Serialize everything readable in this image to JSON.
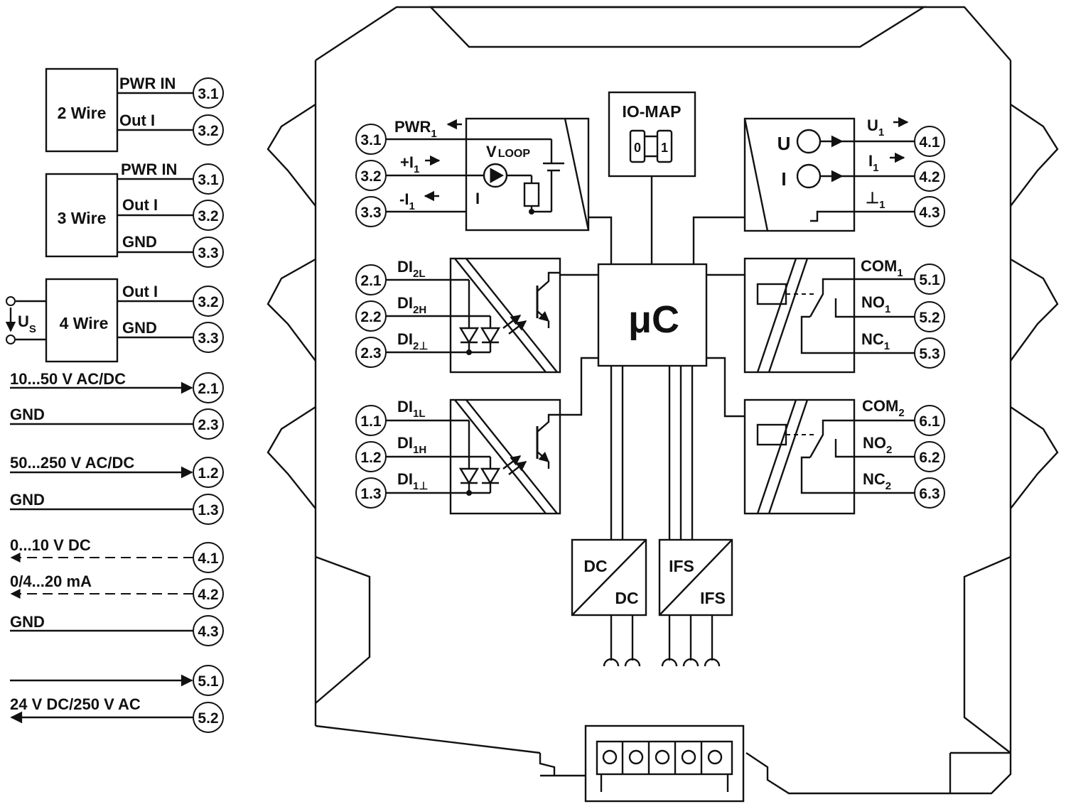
{
  "left_panel": {
    "two_wire": {
      "label": "2 Wire",
      "sig1": "PWR IN",
      "sig2": "Out I",
      "t1": "3.1",
      "t2": "3.2"
    },
    "three_wire": {
      "label": "3 Wire",
      "sig1": "PWR IN",
      "sig2": "Out I",
      "sig3": "GND",
      "t1": "3.1",
      "t2": "3.2",
      "t3": "3.3"
    },
    "four_wire": {
      "label": "4 Wire",
      "supply": "U",
      "supply_sub": "S",
      "sig1": "Out I",
      "sig2": "GND",
      "t1": "3.2",
      "t2": "3.3"
    },
    "supply_low": {
      "label": "10...50 V AC/DC",
      "gnd": "GND",
      "t1": "2.1",
      "t2": "2.3"
    },
    "supply_high": {
      "label": "50...250 V AC/DC",
      "gnd": "GND",
      "t1": "1.2",
      "t2": "1.3"
    },
    "analog_out": {
      "voltage": "0...10 V DC",
      "current": "0/4...20 mA",
      "gnd": "GND",
      "t1": "4.1",
      "t2": "4.2",
      "t3": "4.3"
    },
    "relay_rating": {
      "label": "24 V DC/250 V AC",
      "t1": "5.1",
      "t2": "5.2"
    }
  },
  "module": {
    "io_map": {
      "label": "IO-MAP",
      "switch_a": "0",
      "switch_b": "1"
    },
    "mcu": "μC",
    "input_block": {
      "pwr": "PWR",
      "pwr_sub": "1",
      "iplus": "+I",
      "iplus_sub": "1",
      "iminus": "-I",
      "iminus_sub": "1",
      "vloop": "V",
      "vloop_sub": "LOOP",
      "current_source": "I",
      "terminals": [
        "3.1",
        "3.2",
        "3.3"
      ]
    },
    "digital_input_2": {
      "l": "DI",
      "l_sub": "2L",
      "h": "DI",
      "h_sub": "2H",
      "g": "DI",
      "g_sub": "2⊥",
      "terminals": [
        "2.1",
        "2.2",
        "2.3"
      ]
    },
    "digital_input_1": {
      "l": "DI",
      "l_sub": "1L",
      "h": "DI",
      "h_sub": "1H",
      "g": "DI",
      "g_sub": "1⊥",
      "terminals": [
        "1.1",
        "1.2",
        "1.3"
      ]
    },
    "analog_output": {
      "u_symbol": "U",
      "i_symbol": "I",
      "u": "U",
      "u_sub": "1",
      "i": "I",
      "i_sub": "1",
      "gnd": "⊥",
      "gnd_sub": "1",
      "terminals": [
        "4.1",
        "4.2",
        "4.3"
      ]
    },
    "relay_1": {
      "com": "COM",
      "com_sub": "1",
      "no": "NO",
      "no_sub": "1",
      "nc": "NC",
      "nc_sub": "1",
      "terminals": [
        "5.1",
        "5.2",
        "5.3"
      ]
    },
    "relay_2": {
      "com": "COM",
      "com_sub": "2",
      "no": "NO",
      "no_sub": "2",
      "nc": "NC",
      "nc_sub": "2",
      "terminals": [
        "6.1",
        "6.2",
        "6.3"
      ]
    },
    "dc_converter": {
      "top": "DC",
      "bottom": "DC"
    },
    "ifs_converter": {
      "top": "IFS",
      "bottom": "IFS"
    }
  }
}
